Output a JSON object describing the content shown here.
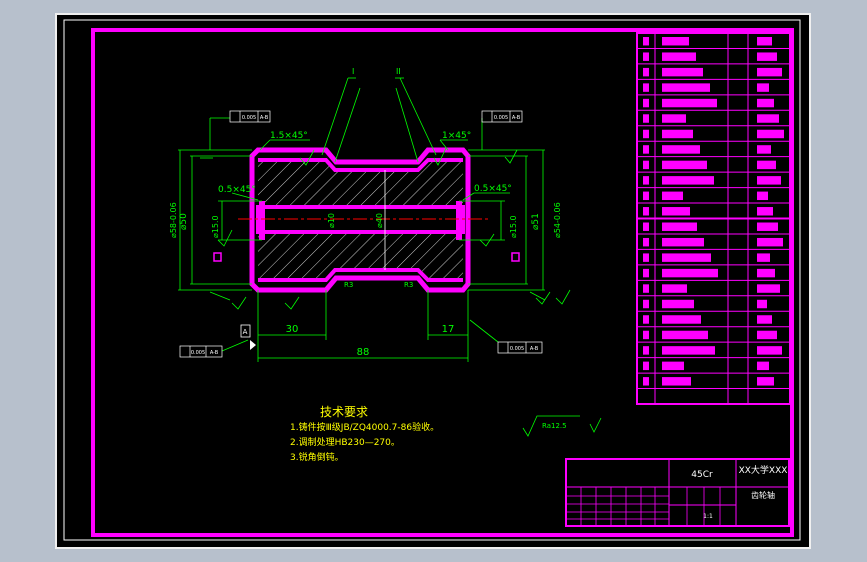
{
  "labels": {
    "section_1": "I",
    "section_2": "II",
    "chamfer_left_top": "1.5×45°",
    "chamfer_right_top": "1×45°",
    "chamfer_left_mid": "0.5×45°",
    "chamfer_right_mid": "0.5×45°",
    "dim_50": "⌀50",
    "dim_58": "⌀58-0.06",
    "dim_51": "⌀51",
    "dim_54": "⌀54-0.06",
    "dim_15_left": "⌀15.0",
    "dim_15_right": "⌀15.0",
    "dim_10": "⌀10",
    "dim_40": "⌀40",
    "dim_30": "30",
    "dim_17": "17",
    "dim_88": "88",
    "r_left": "R3",
    "r_right": "R3",
    "tol_box_tl": "0.005",
    "tol_box_tl_ref": "A-B",
    "tol_box_tr": "0.005",
    "tol_box_tr_ref": "A-B",
    "tol_box_bl": "0.005",
    "tol_box_bl_ref": "A-B",
    "tol_box_br": "0.005",
    "tol_box_br_ref": "A-B",
    "datum_a": "A",
    "roughness": "Ra12.5"
  },
  "tech": {
    "title": "技术要求",
    "line1": "1.铸件按Ⅲ级JB/ZQ4000.7-86验收。",
    "line2": "2.调制处理HB230—270。",
    "line3": "3.锐角倒钝。"
  },
  "title_block": {
    "part_name": "45Cr",
    "school": "XX大学XXX",
    "drawing": "齿轮轴",
    "scale": "1:1"
  },
  "colors": {
    "magenta": "#ff00ff",
    "green": "#00ff00",
    "yellow": "#ffff00",
    "white": "#ffffff",
    "background": "#000000"
  }
}
